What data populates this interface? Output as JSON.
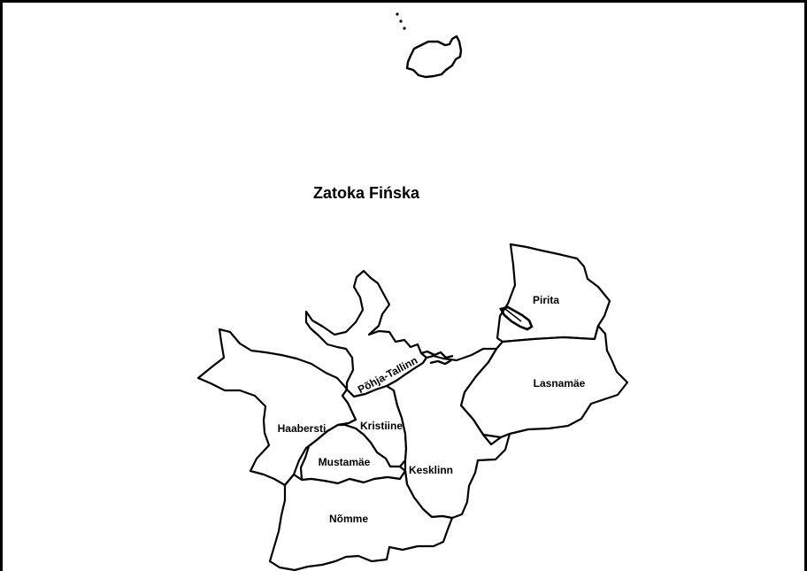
{
  "map": {
    "sea_label": "Zatoka Fińska",
    "districts": {
      "pirita": "Pirita",
      "lasnamae": "Lasnamäe",
      "pohja_tallinn": "Põhja-Tallinn",
      "haabersti": "Haabersti",
      "kristiine": "Kristiine",
      "mustamae": "Mustamäe",
      "kesklinn": "Kesklinn",
      "nomme": "Nõmme"
    }
  }
}
